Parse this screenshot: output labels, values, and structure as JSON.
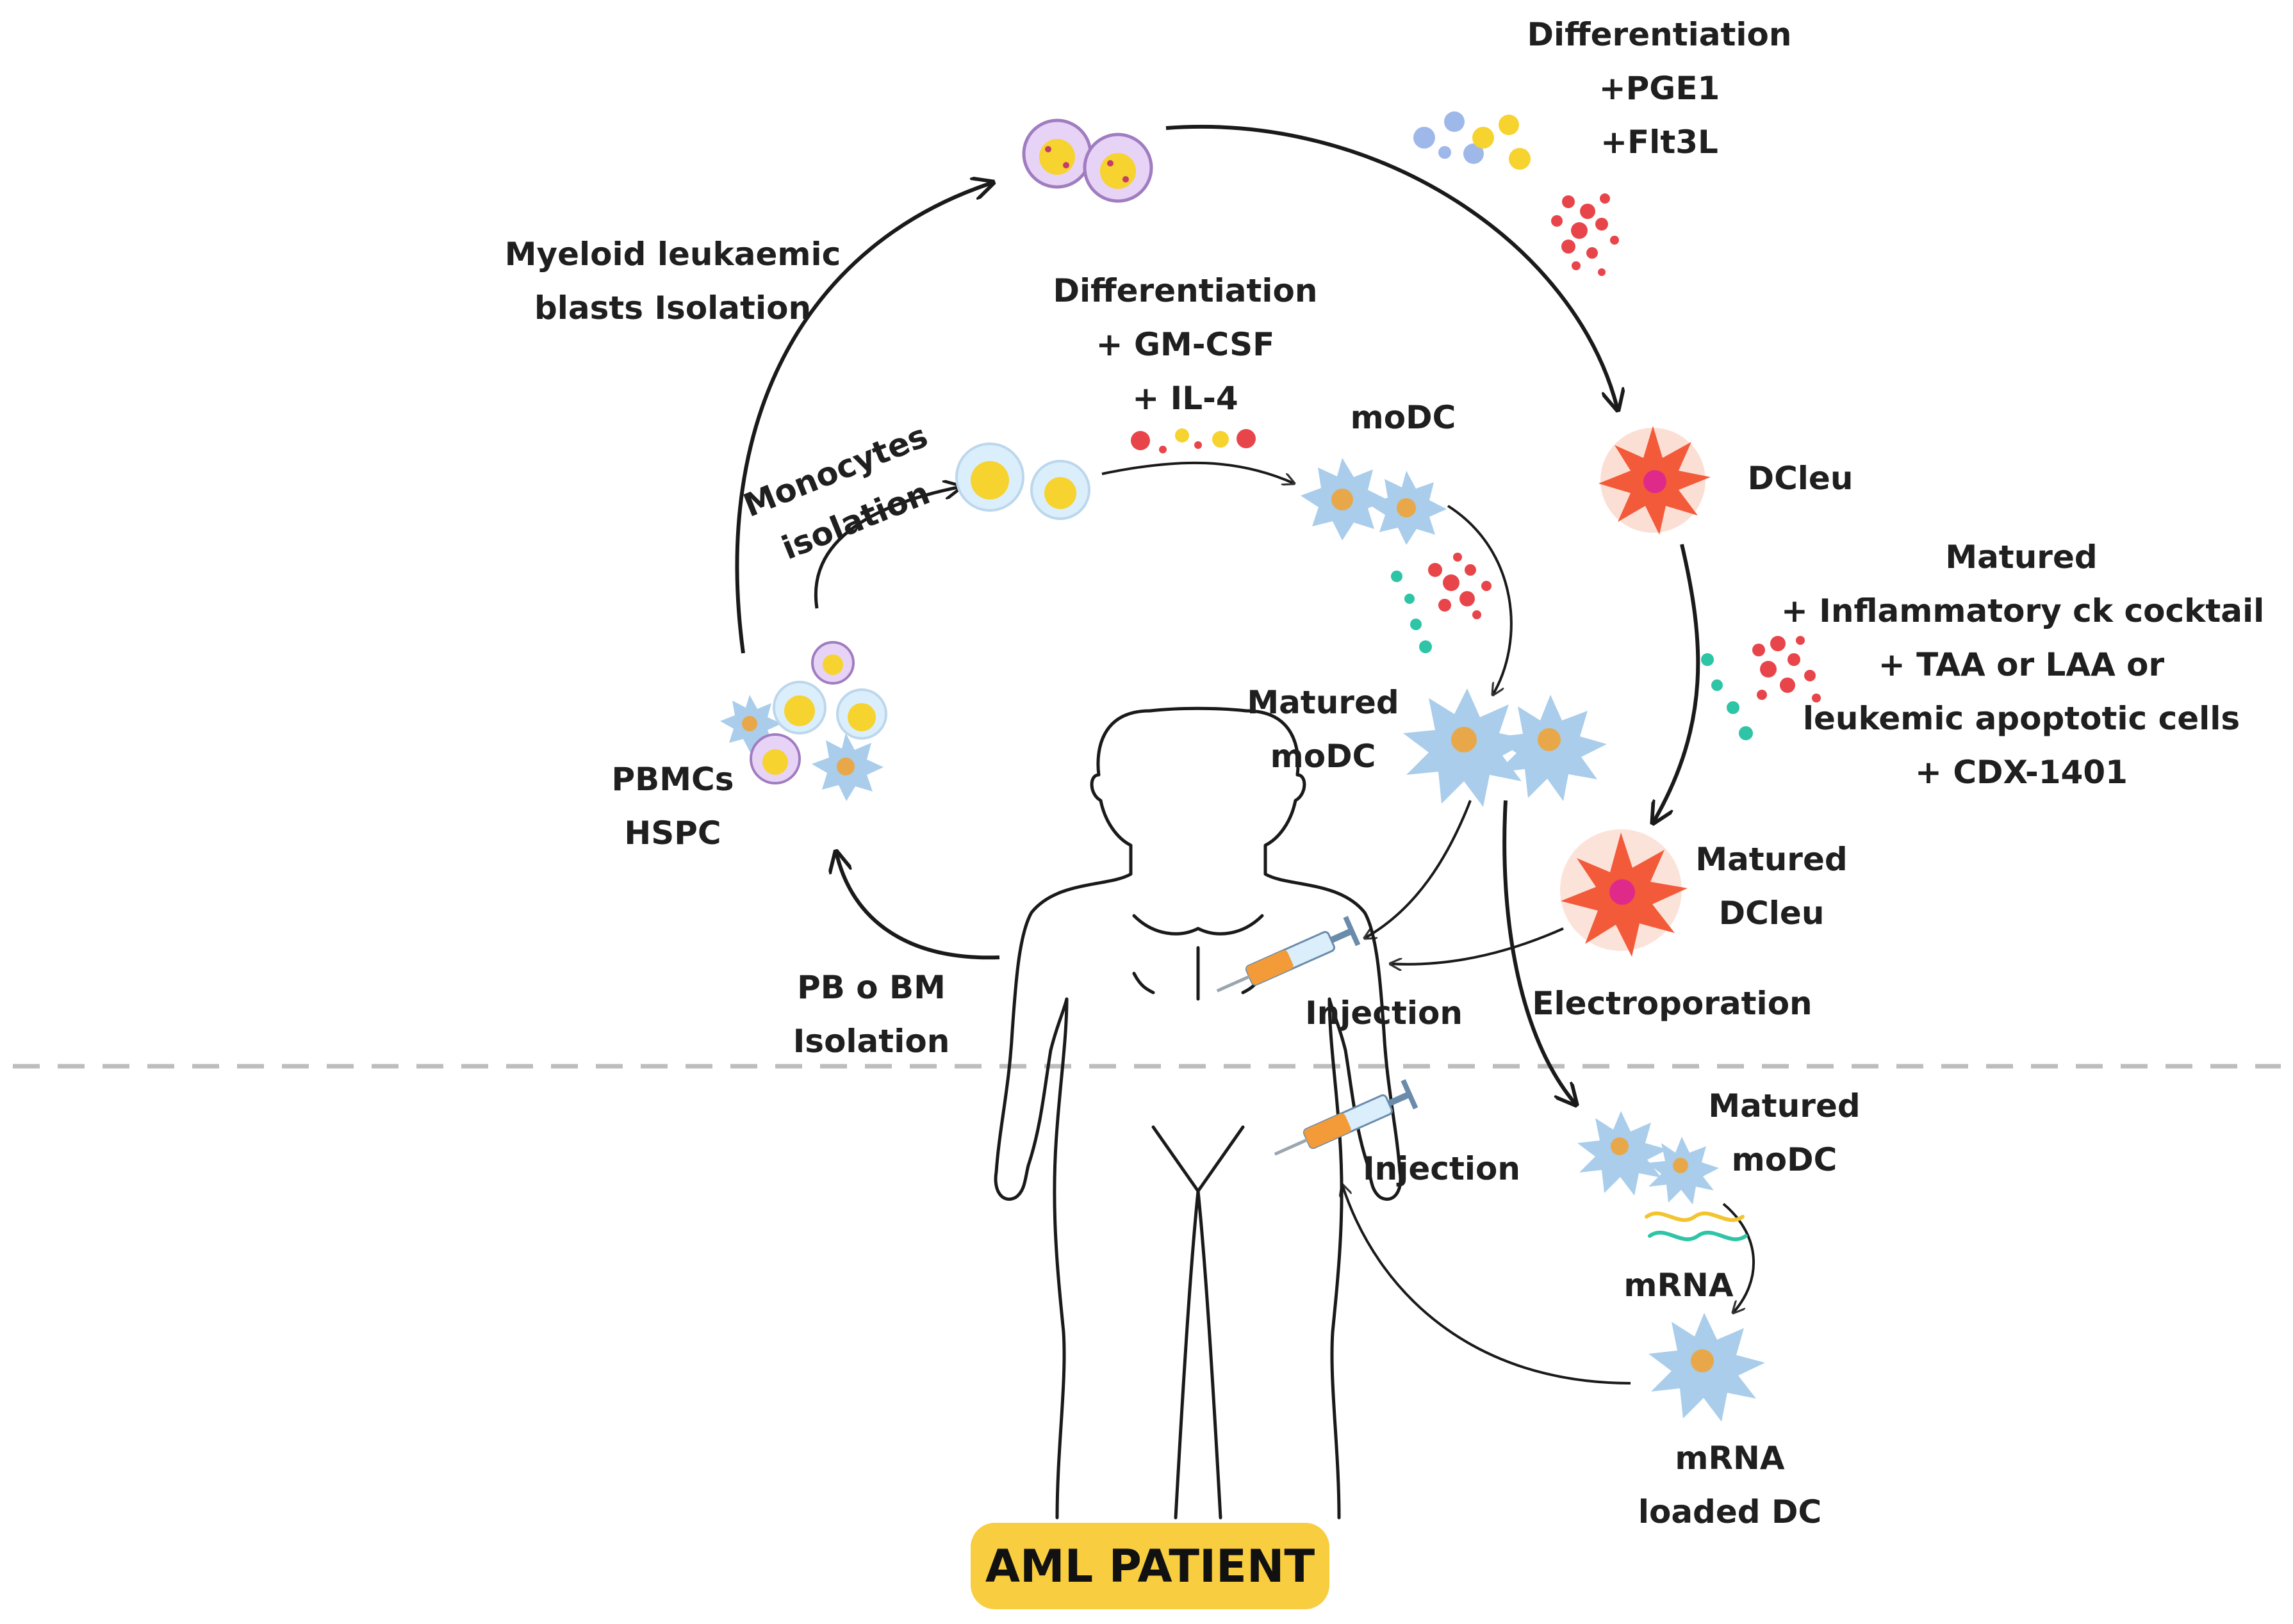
{
  "labels": {
    "diff_top": [
      "Differentiation",
      "+PGE1",
      "+Flt3L"
    ],
    "myeloid": [
      "Myeloid leukaemic",
      "blasts Isolation"
    ],
    "diff_mid": [
      "Differentiation",
      "+ GM-CSF",
      "+ IL-4"
    ],
    "modc": "moDC",
    "dcleu": "DCleu",
    "monocytes": [
      "Monocytes",
      "isolation"
    ],
    "matured_right": [
      "Matured",
      "+ Inflammatory ck cocktail",
      "+ TAA or LAA or",
      "leukemic apoptotic cells",
      "+ CDX-1401"
    ],
    "matured_modc": [
      "Matured",
      "moDC"
    ],
    "pbmcs": [
      "PBMCs",
      "HSPC"
    ],
    "matured_dcleu": [
      "Matured",
      "DCleu"
    ],
    "pb_bm": [
      "PB o BM",
      "Isolation"
    ],
    "injection_upper": "Injection",
    "electroporation": "Electroporation",
    "matured_modc_lower": [
      "Matured",
      "moDC"
    ],
    "injection_lower": "Injection",
    "mrna": "mRNA",
    "mrna_loaded": [
      "mRNA",
      "loaded DC"
    ],
    "badge": "AML PATIENT"
  },
  "colors": {
    "blue_cell": "#a9cdea",
    "dcleu_cell": "#f25a3a",
    "yellow_cell": "#f6d32e",
    "purple_cell": "#cfa8e8",
    "red_dots": "#e8454a",
    "teal_dots": "#2ec4a6",
    "syringe_orange": "#f29b38",
    "badge_yellow": "#f8cd3f",
    "divider_gray": "#bdbdbd"
  }
}
